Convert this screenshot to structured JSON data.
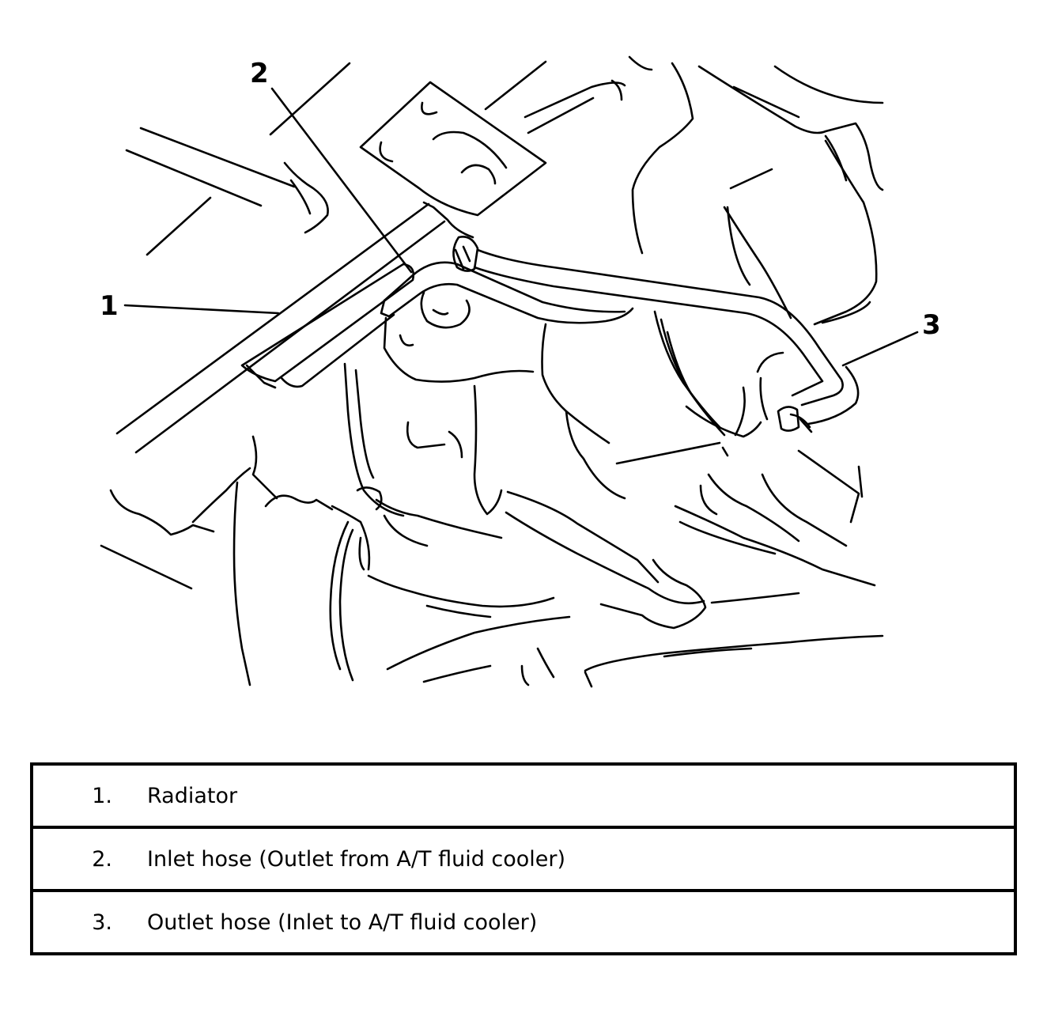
{
  "callouts": [
    "1",
    "2",
    "3"
  ],
  "legend": [
    {
      "num": "1.",
      "text": "Radiator"
    },
    {
      "num": "2.",
      "text": "Inlet hose (Outlet from A/T fluid cooler)"
    },
    {
      "num": "3.",
      "text": "Outlet hose (Inlet to A/T fluid cooler)"
    }
  ]
}
